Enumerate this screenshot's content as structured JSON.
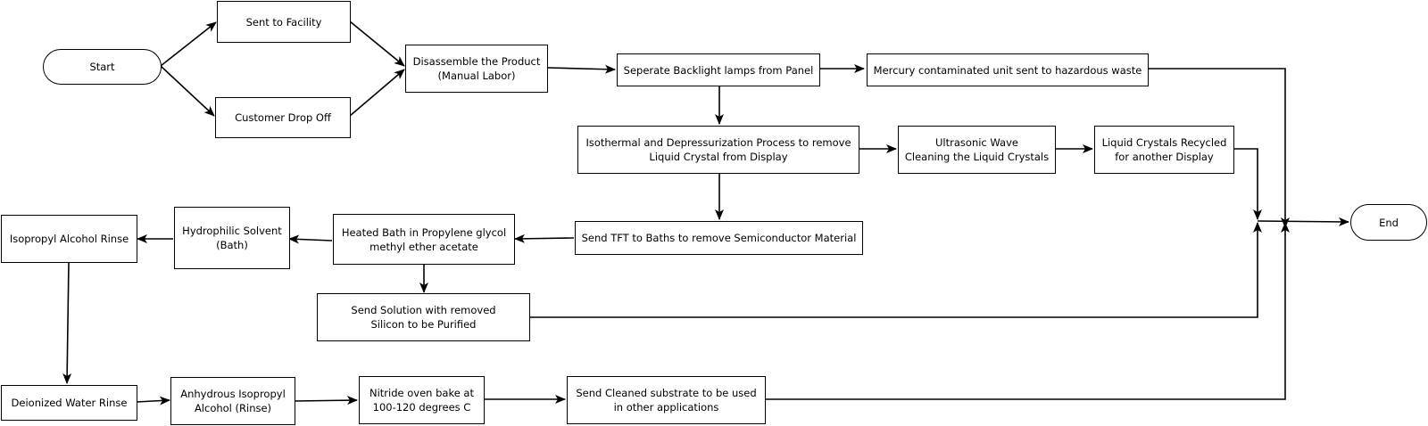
{
  "nodes": {
    "start": "Start",
    "sent_to_facility": "Sent to Facility",
    "customer_drop_off": "Customer Drop Off",
    "disassemble": "Disassemble the Product\n(Manual Labor)",
    "separate_backlight": "Seperate Backlight lamps from Panel",
    "mercury": "Mercury contaminated unit sent to hazardous waste",
    "isothermal": "Isothermal and Depressurization Process to remove\nLiquid Crystal from Display",
    "ultrasonic": "Ultrasonic Wave\nCleaning the Liquid Crystals",
    "lc_recycled": "Liquid Crystals Recycled\nfor another Display",
    "end": "End",
    "send_tft": "Send TFT to Baths to remove Semiconductor Material",
    "heated_bath": "Heated Bath in Propylene glycol\nmethyl ether acetate",
    "hydrophilic": "Hydrophilic Solvent\n(Bath)",
    "ipa_rinse": "Isopropyl Alcohol Rinse",
    "silicon": "Send Solution with removed\nSilicon to be Purified",
    "deionized": "Deionized Water Rinse",
    "anhydrous": "Anhydrous Isopropyl\nAlcohol (Rinse)",
    "nitride": "Nitride oven bake at\n100-120 degrees C",
    "cleaned_substrate": "Send Cleaned substrate to be used\nin other applications"
  }
}
